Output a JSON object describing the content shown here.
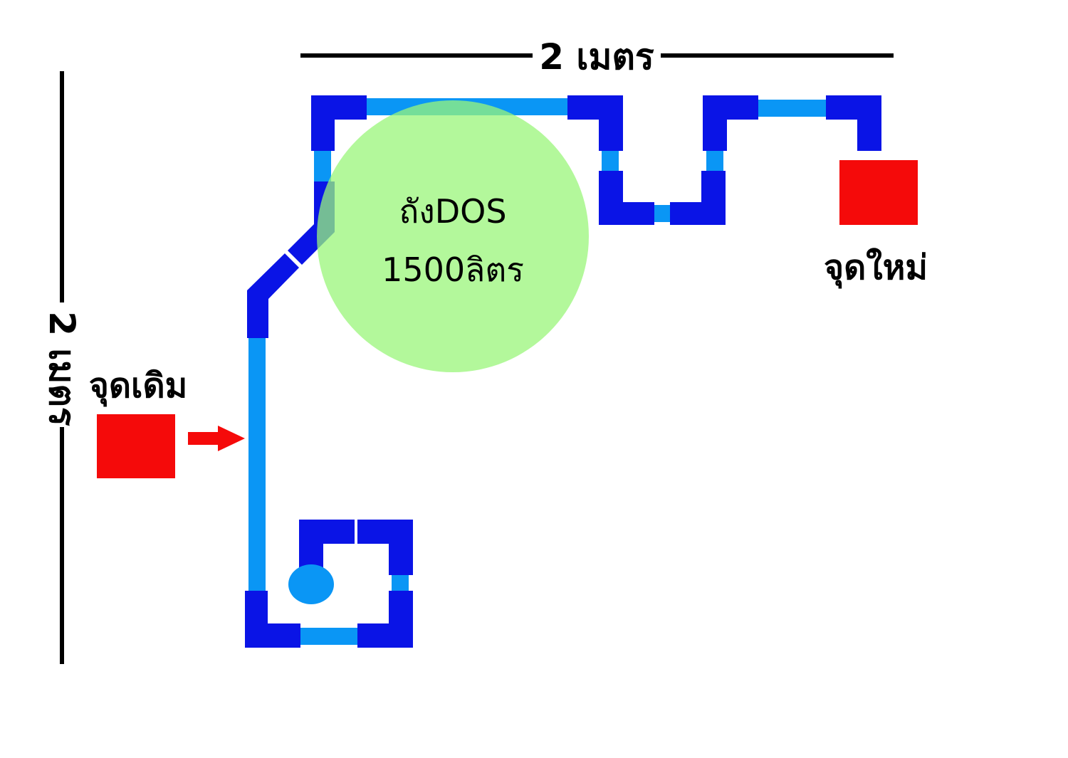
{
  "dimensions": {
    "width_label": "2 เมตร",
    "height_label": "2 เมตร"
  },
  "tank": {
    "line1": "ถังDOS",
    "line2": "1500ลิตร"
  },
  "points": {
    "old_label": "จุดเดิม",
    "new_label": "จุดใหม่"
  },
  "colors": {
    "pipe": "#0a96f5",
    "fitting": "#0a14e6",
    "tank": "#99f57a",
    "point_marker": "#f50a0a",
    "arrow": "#f50a0a",
    "dimension_line": "#000000"
  }
}
